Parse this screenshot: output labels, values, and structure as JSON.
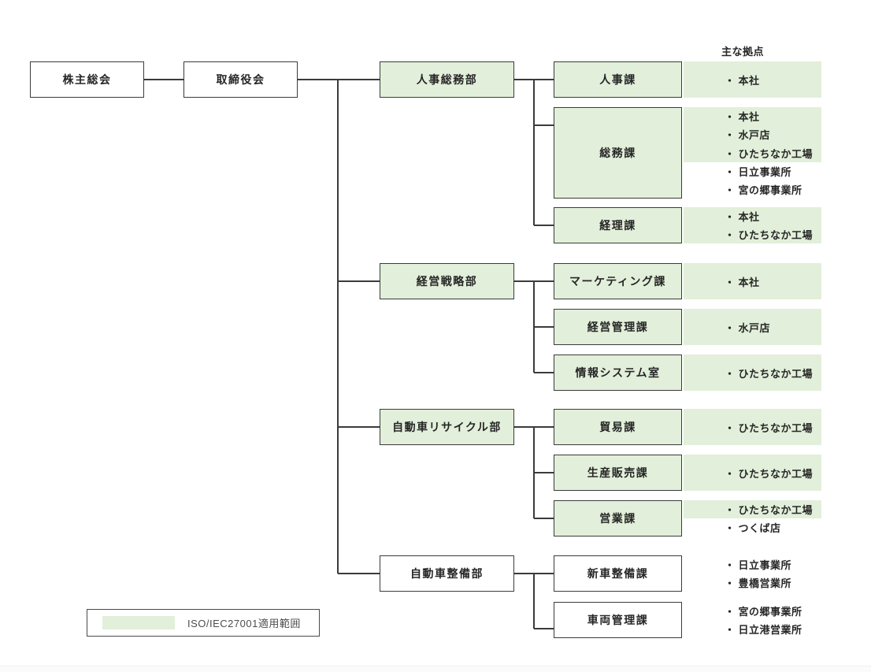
{
  "locations_header": "主な拠点",
  "bullet": "・",
  "legend": {
    "label": "ISO/IEC27001適用範囲"
  },
  "colors": {
    "scope_fill": "#e2efda",
    "line": "#3b3b3b",
    "text": "#262626",
    "legend_text": "#4d4d4d"
  },
  "governance": [
    {
      "id": "shareholders-meeting",
      "label": "株主総会",
      "in_scope": false
    },
    {
      "id": "board-of-directors",
      "label": "取締役会",
      "in_scope": false
    }
  ],
  "departments": [
    {
      "id": "hr-general-affairs",
      "label": "人事総務部",
      "in_scope": true,
      "sections": [
        {
          "id": "personnel",
          "label": "人事課",
          "in_scope": true,
          "locations": [
            {
              "name": "本社",
              "in_scope": true
            }
          ]
        },
        {
          "id": "general-affairs",
          "label": "総務課",
          "in_scope": true,
          "locations": [
            {
              "name": "本社",
              "in_scope": true
            },
            {
              "name": "水戸店",
              "in_scope": true
            },
            {
              "name": "ひたちなか工場",
              "in_scope": true
            },
            {
              "name": "日立事業所",
              "in_scope": false
            },
            {
              "name": "宮の郷事業所",
              "in_scope": false
            }
          ]
        },
        {
          "id": "accounting",
          "label": "経理課",
          "in_scope": true,
          "locations": [
            {
              "name": "本社",
              "in_scope": true
            },
            {
              "name": "ひたちなか工場",
              "in_scope": true
            }
          ]
        }
      ]
    },
    {
      "id": "management-strategy",
      "label": "経営戦略部",
      "in_scope": true,
      "sections": [
        {
          "id": "marketing",
          "label": "マーケティング課",
          "in_scope": true,
          "locations": [
            {
              "name": "本社",
              "in_scope": true
            }
          ]
        },
        {
          "id": "management-admin",
          "label": "経営管理課",
          "in_scope": true,
          "locations": [
            {
              "name": "水戸店",
              "in_scope": true
            }
          ]
        },
        {
          "id": "information-systems",
          "label": "情報システム室",
          "in_scope": true,
          "locations": [
            {
              "name": "ひたちなか工場",
              "in_scope": true
            }
          ]
        }
      ]
    },
    {
      "id": "auto-recycling",
      "label": "自動車リサイクル部",
      "in_scope": true,
      "sections": [
        {
          "id": "trade",
          "label": "貿易課",
          "in_scope": true,
          "locations": [
            {
              "name": "ひたちなか工場",
              "in_scope": true
            }
          ]
        },
        {
          "id": "production-sales",
          "label": "生産販売課",
          "in_scope": true,
          "locations": [
            {
              "name": "ひたちなか工場",
              "in_scope": true
            }
          ]
        },
        {
          "id": "sales",
          "label": "営業課",
          "in_scope": true,
          "locations": [
            {
              "name": "ひたちなか工場",
              "in_scope": true
            },
            {
              "name": "つくば店",
              "in_scope": false
            }
          ]
        }
      ]
    },
    {
      "id": "auto-maintenance",
      "label": "自動車整備部",
      "in_scope": false,
      "sections": [
        {
          "id": "new-car-maintenance",
          "label": "新車整備課",
          "in_scope": false,
          "locations": [
            {
              "name": "日立事業所",
              "in_scope": false
            },
            {
              "name": "豊橋営業所",
              "in_scope": false
            }
          ]
        },
        {
          "id": "vehicle-management",
          "label": "車両管理課",
          "in_scope": false,
          "locations": [
            {
              "name": "宮の郷事業所",
              "in_scope": false
            },
            {
              "name": "日立港営業所",
              "in_scope": false
            }
          ]
        }
      ]
    }
  ]
}
